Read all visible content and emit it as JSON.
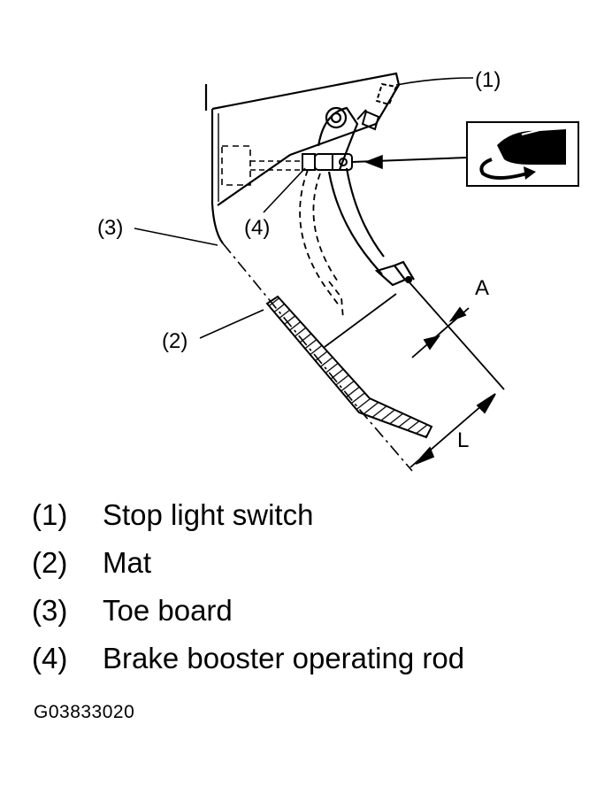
{
  "callouts": {
    "c1": "(1)",
    "c2": "(2)",
    "c3": "(3)",
    "c4": "(4)",
    "dim_a": "A",
    "dim_l": "L"
  },
  "legend": [
    {
      "num": "(1)",
      "text": "Stop light switch"
    },
    {
      "num": "(2)",
      "text": "Mat"
    },
    {
      "num": "(3)",
      "text": "Toe board"
    },
    {
      "num": "(4)",
      "text": "Brake booster operating rod"
    }
  ],
  "figure_id": "G03833020",
  "icons": {
    "turn": "adjust-turn-icon"
  }
}
